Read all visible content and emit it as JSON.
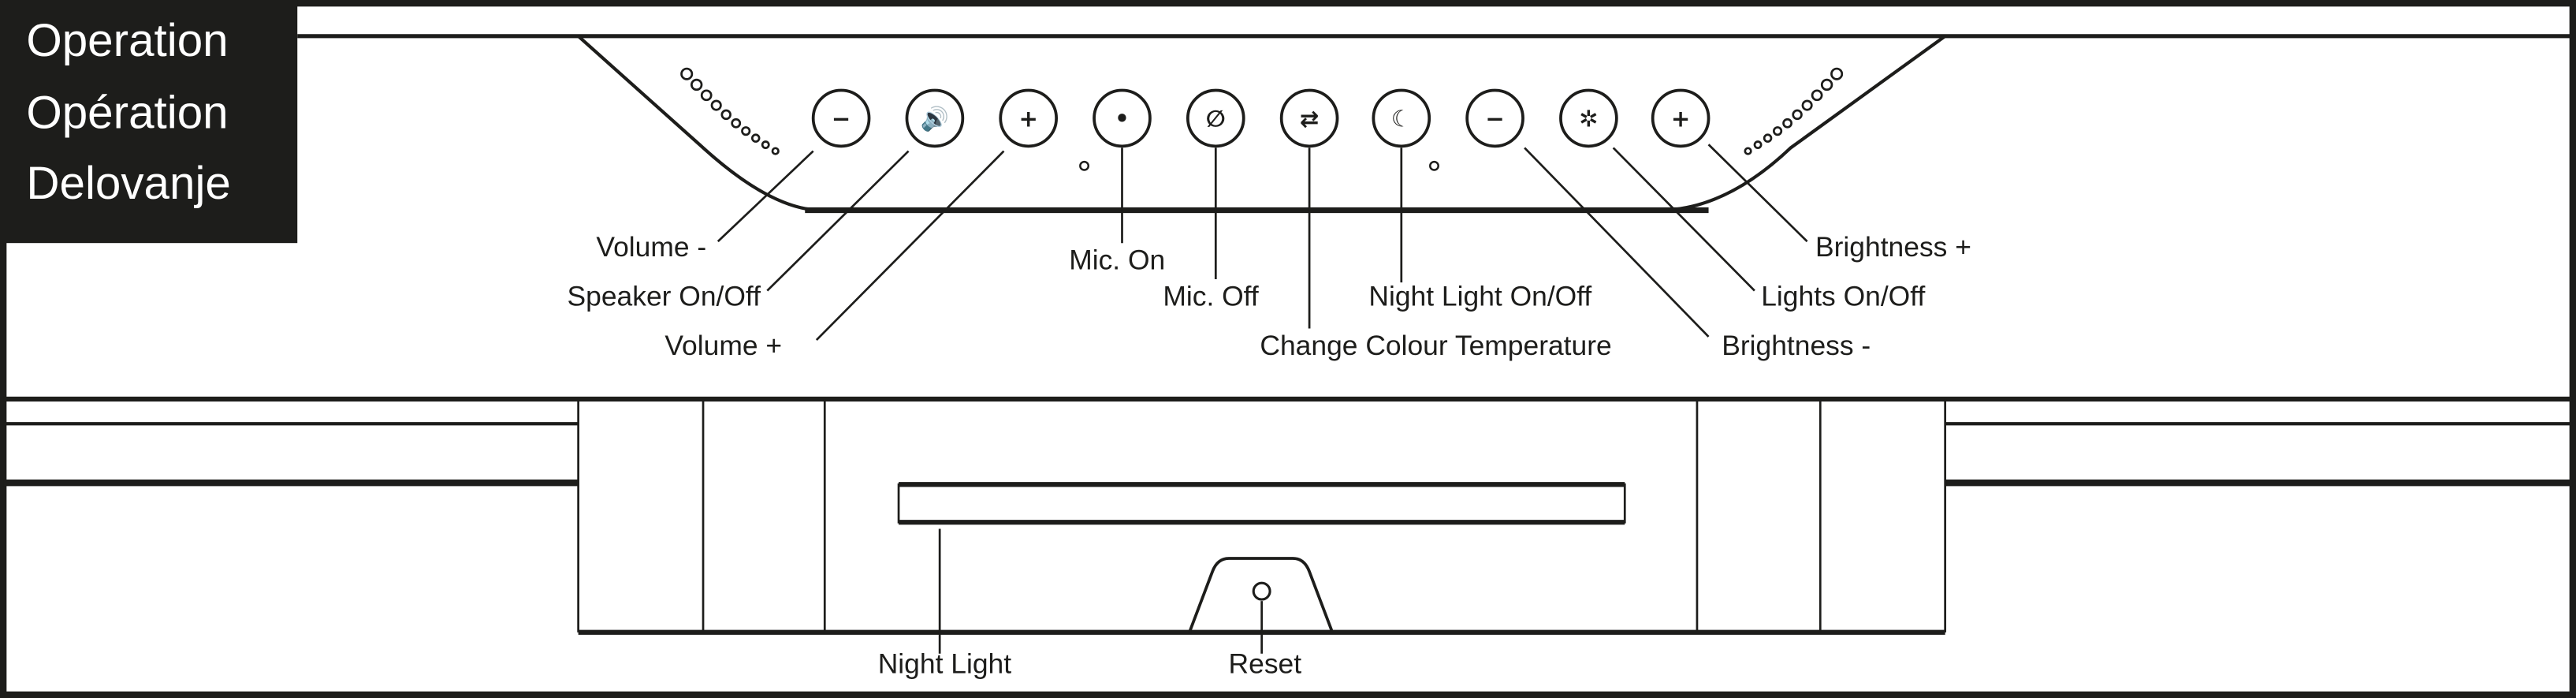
{
  "title": {
    "lines": [
      "Operation",
      "Opération",
      "Delovanje"
    ]
  },
  "buttons": [
    {
      "name": "volume-down",
      "icon": "minus-icon",
      "glyph": "−",
      "label": "Volume -"
    },
    {
      "name": "speaker-toggle",
      "icon": "speaker-icon",
      "glyph": "🔊",
      "label": "Speaker On/Off"
    },
    {
      "name": "volume-up",
      "icon": "plus-icon",
      "glyph": "+",
      "label": "Volume +"
    },
    {
      "name": "mic-on",
      "icon": "dot-icon",
      "glyph": "•",
      "label": "Mic. On"
    },
    {
      "name": "mic-off",
      "icon": "mic-off-icon",
      "glyph": "∅",
      "label": "Mic. Off"
    },
    {
      "name": "colour-temperature",
      "icon": "swap-arrows-icon",
      "glyph": "⇄",
      "label": "Change Colour Temperature"
    },
    {
      "name": "night-light-toggle",
      "icon": "moon-icon",
      "glyph": "☾",
      "label": "Night Light On/Off"
    },
    {
      "name": "brightness-down",
      "icon": "minus-icon",
      "glyph": "−",
      "label": "Brightness -"
    },
    {
      "name": "lights-toggle",
      "icon": "sun-icon",
      "glyph": "✲",
      "label": "Lights On/Off"
    },
    {
      "name": "brightness-up",
      "icon": "plus-icon",
      "glyph": "+",
      "label": "Brightness +"
    }
  ],
  "bottom": {
    "night_light": "Night Light",
    "reset": "Reset"
  },
  "colors": {
    "ink": "#1d1d1b",
    "background": "#ffffff"
  }
}
